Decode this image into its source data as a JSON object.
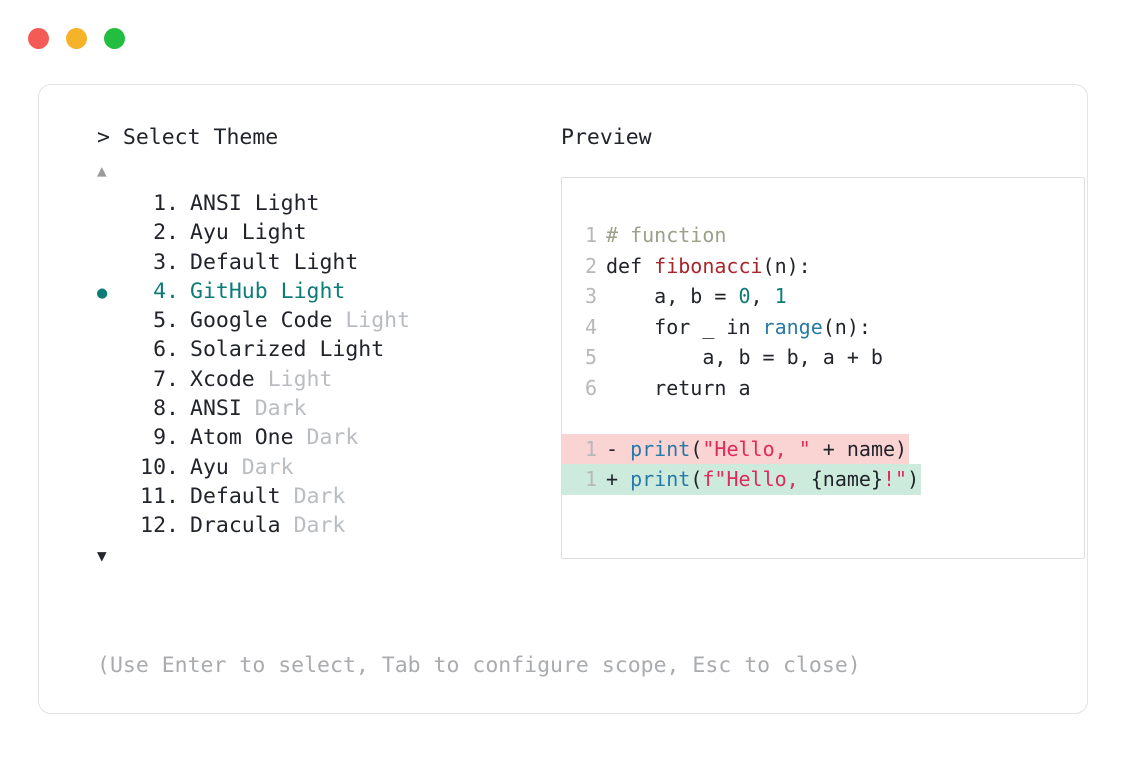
{
  "window": {
    "traffic_lights": [
      {
        "name": "close",
        "color": "#f45b56"
      },
      {
        "name": "minimize",
        "color": "#f5b32a"
      },
      {
        "name": "maximize",
        "color": "#23bd3f"
      }
    ]
  },
  "prompt": {
    "marker": ">",
    "title": "Select Theme",
    "scroll_up_glyph": "▲",
    "scroll_down_glyph": "▼",
    "selected_index": 4,
    "bullet_glyph": "●"
  },
  "theme_list": [
    {
      "index": "1.",
      "name": "ANSI",
      "variant": "Light",
      "variant_dim": false,
      "selected": false
    },
    {
      "index": "2.",
      "name": "Ayu",
      "variant": "Light",
      "variant_dim": false,
      "selected": false
    },
    {
      "index": "3.",
      "name": "Default",
      "variant": "Light",
      "variant_dim": false,
      "selected": false
    },
    {
      "index": "4.",
      "name": "GitHub",
      "variant": "Light",
      "variant_dim": false,
      "selected": true
    },
    {
      "index": "5.",
      "name": "Google Code",
      "variant": "Light",
      "variant_dim": true,
      "selected": false
    },
    {
      "index": "6.",
      "name": "Solarized",
      "variant": "Light",
      "variant_dim": false,
      "selected": false
    },
    {
      "index": "7.",
      "name": "Xcode",
      "variant": "Light",
      "variant_dim": true,
      "selected": false
    },
    {
      "index": "8.",
      "name": "ANSI",
      "variant": "Dark",
      "variant_dim": true,
      "selected": false
    },
    {
      "index": "9.",
      "name": "Atom One",
      "variant": "Dark",
      "variant_dim": true,
      "selected": false
    },
    {
      "index": "10.",
      "name": "Ayu",
      "variant": "Dark",
      "variant_dim": true,
      "selected": false
    },
    {
      "index": "11.",
      "name": "Default",
      "variant": "Dark",
      "variant_dim": true,
      "selected": false
    },
    {
      "index": "12.",
      "name": "Dracula",
      "variant": "Dark",
      "variant_dim": true,
      "selected": false
    }
  ],
  "preview": {
    "title": "Preview",
    "code_lines": [
      {
        "num": "1",
        "tokens": [
          {
            "t": "# function",
            "c": "comment"
          }
        ]
      },
      {
        "num": "2",
        "tokens": [
          {
            "t": "def ",
            "c": "plain"
          },
          {
            "t": "fibonacci",
            "c": "func"
          },
          {
            "t": "(n):",
            "c": "plain"
          }
        ]
      },
      {
        "num": "3",
        "tokens": [
          {
            "t": "    a, b = ",
            "c": "plain"
          },
          {
            "t": "0",
            "c": "num"
          },
          {
            "t": ", ",
            "c": "plain"
          },
          {
            "t": "1",
            "c": "num"
          }
        ]
      },
      {
        "num": "4",
        "tokens": [
          {
            "t": "    for _ in ",
            "c": "plain"
          },
          {
            "t": "range",
            "c": "builtin"
          },
          {
            "t": "(n):",
            "c": "plain"
          }
        ]
      },
      {
        "num": "5",
        "tokens": [
          {
            "t": "        a, b = b, a + b",
            "c": "plain"
          }
        ]
      },
      {
        "num": "6",
        "tokens": [
          {
            "t": "    return a",
            "c": "plain"
          }
        ]
      }
    ],
    "diff_lines": [
      {
        "num": "1",
        "kind": "del",
        "marker": "- ",
        "tokens": [
          {
            "t": "print",
            "c": "call"
          },
          {
            "t": "(",
            "c": "plain"
          },
          {
            "t": "\"Hello, \"",
            "c": "str"
          },
          {
            "t": " + name)",
            "c": "plain"
          }
        ]
      },
      {
        "num": "1",
        "kind": "add",
        "marker": "+ ",
        "tokens": [
          {
            "t": "print",
            "c": "call"
          },
          {
            "t": "(",
            "c": "plain"
          },
          {
            "t": "f\"Hello, ",
            "c": "str"
          },
          {
            "t": "{name}",
            "c": "plain"
          },
          {
            "t": "!\"",
            "c": "str"
          },
          {
            "t": ")",
            "c": "plain"
          }
        ]
      }
    ]
  },
  "footer": {
    "hint": "(Use Enter to select, Tab to configure scope, Esc to close)"
  },
  "colors": {
    "accent_teal": "#0d7c77",
    "diff_add_bg": "#cdebdc",
    "diff_del_bg": "#fad3d3",
    "dim_text": "#b9bcc0",
    "body_text": "#21242b"
  }
}
